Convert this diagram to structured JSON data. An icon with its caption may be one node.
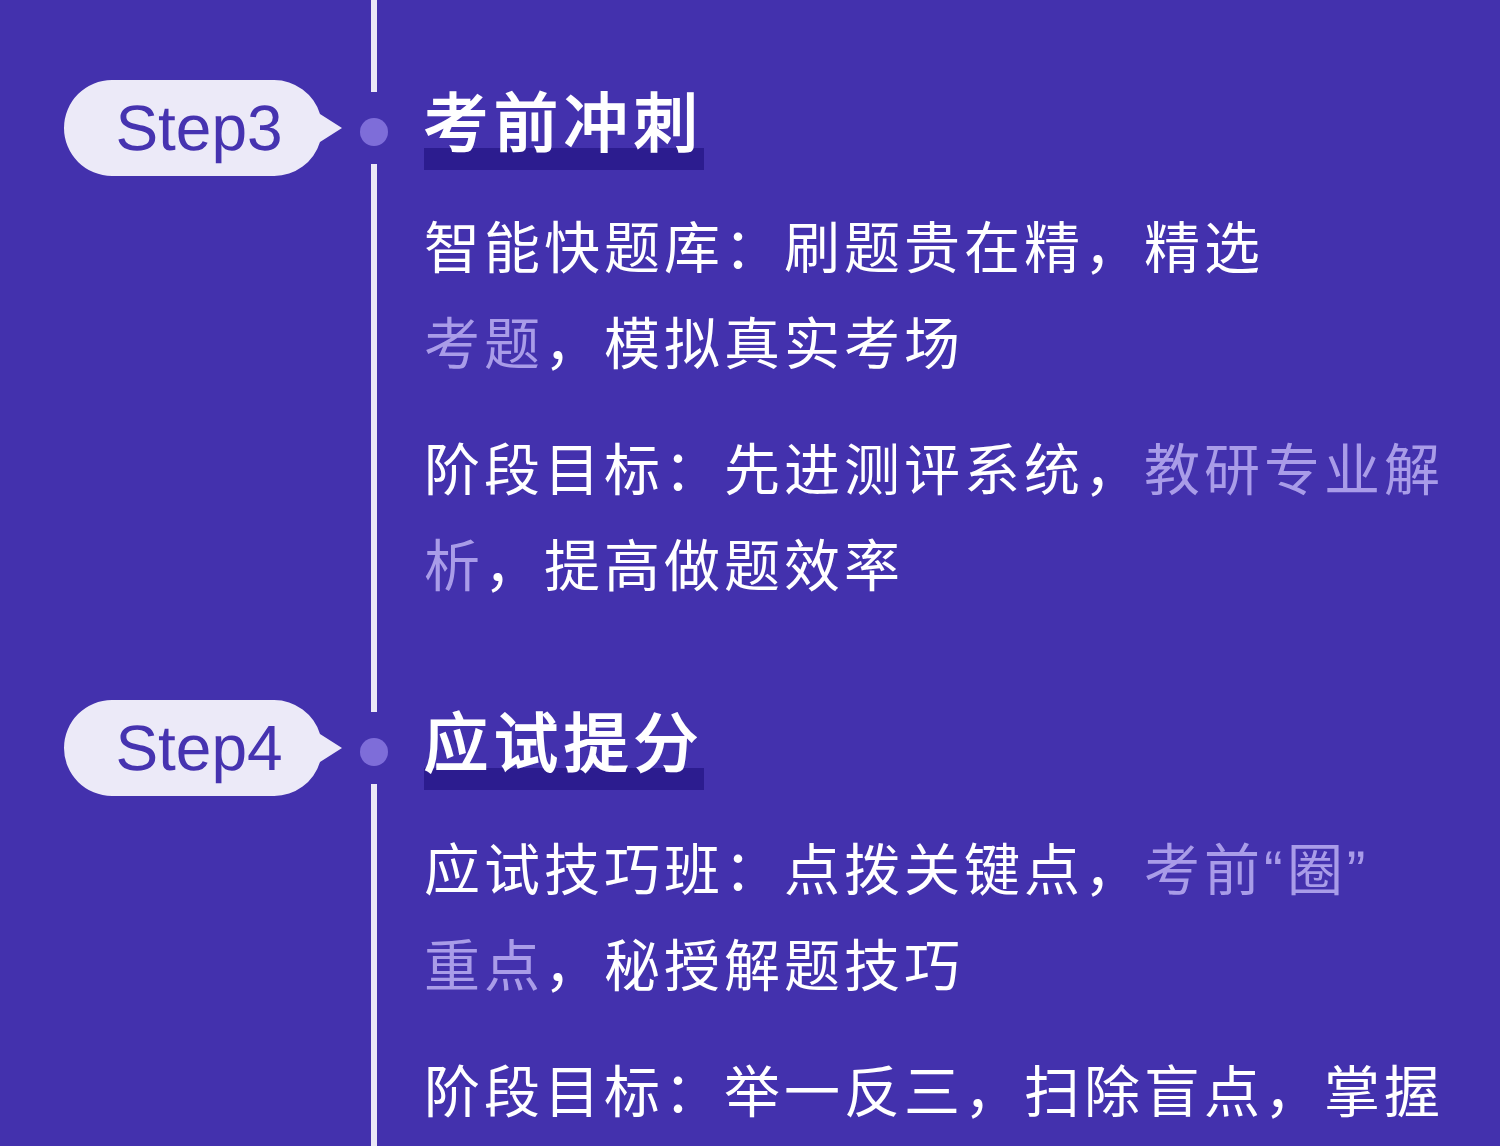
{
  "diagram": {
    "nodes": [
      {
        "text": [
          "Step3"
        ]
      },
      {
        "text": [],
        "shape": "circle"
      },
      {
        "text": [
          "Step4"
        ]
      },
      {
        "text": [],
        "shape": "circle"
      }
    ],
    "edges": [
      {
        "from": null,
        "to": 1,
        "arrow": "none"
      },
      {
        "from": 1,
        "to": 3,
        "arrow": "none"
      },
      {
        "from": 3,
        "to": null,
        "arrow": "none"
      }
    ],
    "labels": [
      "考前冲刺",
      "智能快题库：刷题贵在精，精选考题，模拟真实考场",
      "阶段目标：先进测评系统，教研专业解析，提高做题效率",
      "应试提分",
      "应试技巧班：点拨关键点，考前“圈”重点，秘授解题技巧",
      "阶段目标：举一反三，扫除盲点，掌握"
    ]
  }
}
